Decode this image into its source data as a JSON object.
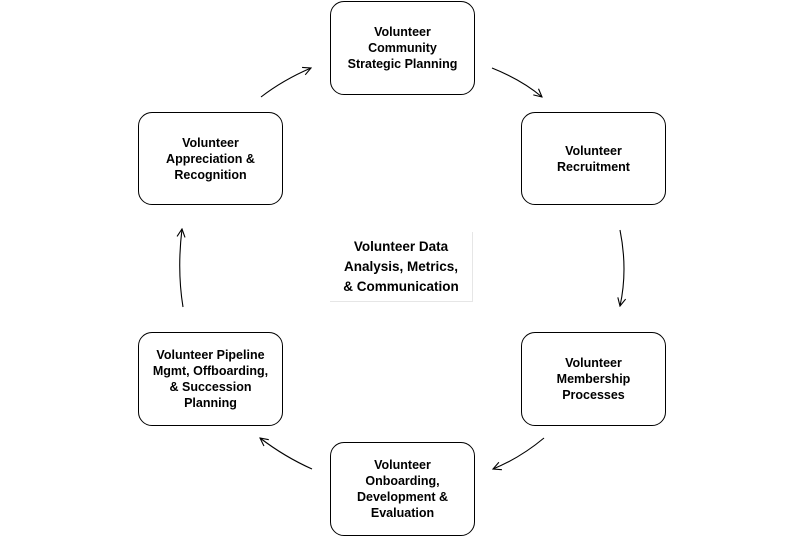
{
  "diagram": {
    "nodes": [
      {
        "id": "strategic",
        "label": "Volunteer\nCommunity\nStrategic Planning"
      },
      {
        "id": "recruitment",
        "label": "Volunteer\nRecruitment"
      },
      {
        "id": "membership",
        "label": "Volunteer\nMembership\nProcesses"
      },
      {
        "id": "onboarding",
        "label": "Volunteer\nOnboarding,\nDevelopment &\nEvaluation"
      },
      {
        "id": "pipeline",
        "label": "Volunteer Pipeline\nMgmt, Offboarding,\n& Succession\nPlanning"
      },
      {
        "id": "appreciation",
        "label": "Volunteer\nAppreciation &\nRecognition"
      }
    ],
    "center": {
      "label": "Volunteer Data\nAnalysis, Metrics,\n& Communication"
    },
    "edges": [
      {
        "from": "strategic",
        "to": "recruitment"
      },
      {
        "from": "recruitment",
        "to": "membership"
      },
      {
        "from": "membership",
        "to": "onboarding"
      },
      {
        "from": "onboarding",
        "to": "pipeline"
      },
      {
        "from": "pipeline",
        "to": "appreciation"
      },
      {
        "from": "appreciation",
        "to": "strategic"
      }
    ]
  }
}
